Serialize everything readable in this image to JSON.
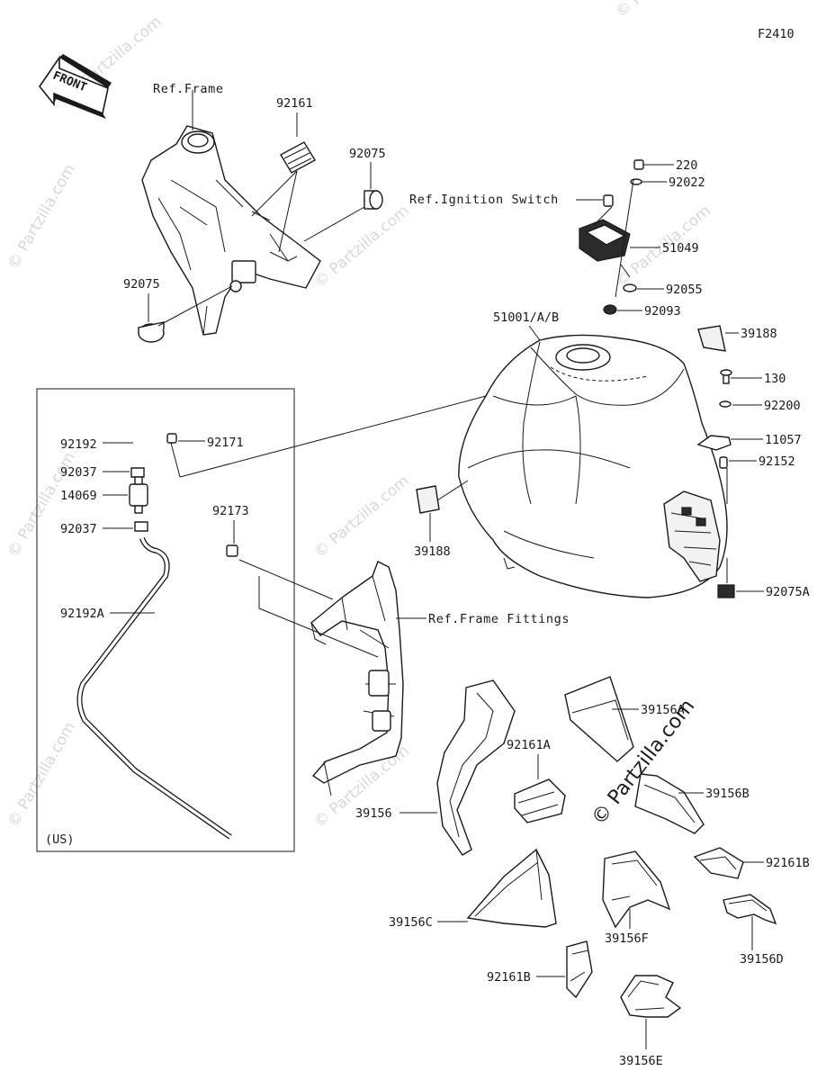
{
  "diagram_code": "F2410",
  "front_label": "FRONT",
  "group_label": "(US)",
  "refs": {
    "frame": "Ref.Frame",
    "ignition": "Ref.Ignition Switch",
    "fittings": "Ref.Frame Fittings"
  },
  "parts": {
    "p92161": "92161",
    "p92075_a": "92075",
    "p92075_b": "92075",
    "p220": "220",
    "p92022": "92022",
    "p51049": "51049",
    "p92055": "92055",
    "p92093": "92093",
    "p51001": "51001/A/B",
    "p39188_a": "39188",
    "p130": "130",
    "p92200": "92200",
    "p11057": "11057",
    "p92152": "92152",
    "p92075A": "92075A",
    "p39188_b": "39188",
    "p92192": "92192",
    "p92171": "92171",
    "p92037_a": "92037",
    "p14069": "14069",
    "p92037_b": "92037",
    "p92173": "92173",
    "p92192A": "92192A",
    "p39156A": "39156A",
    "p92161A": "92161A",
    "p39156B": "39156B",
    "p39156": "39156",
    "p92161B_a": "92161B",
    "p39156C": "39156C",
    "p39156F": "39156F",
    "p39156D": "39156D",
    "p92161B_b": "92161B",
    "p39156E": "39156E"
  },
  "watermark": {
    "small": "© Partzilla.com",
    "large": "© Partzilla.com"
  }
}
